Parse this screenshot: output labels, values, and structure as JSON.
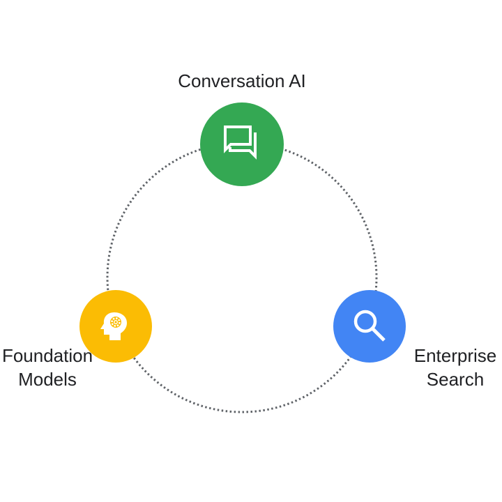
{
  "nodes": [
    {
      "label": "Conversation AI",
      "icon": "chat-bubbles-icon",
      "color": "#34A853"
    },
    {
      "label_line1": "Foundation",
      "label_line2": "Models",
      "icon": "head-gear-icon",
      "color": "#FBBC04"
    },
    {
      "label_line1": "Enterprise",
      "label_line2": "Search",
      "icon": "search-icon",
      "color": "#4285F4"
    }
  ],
  "ring_color": "#5f6368"
}
